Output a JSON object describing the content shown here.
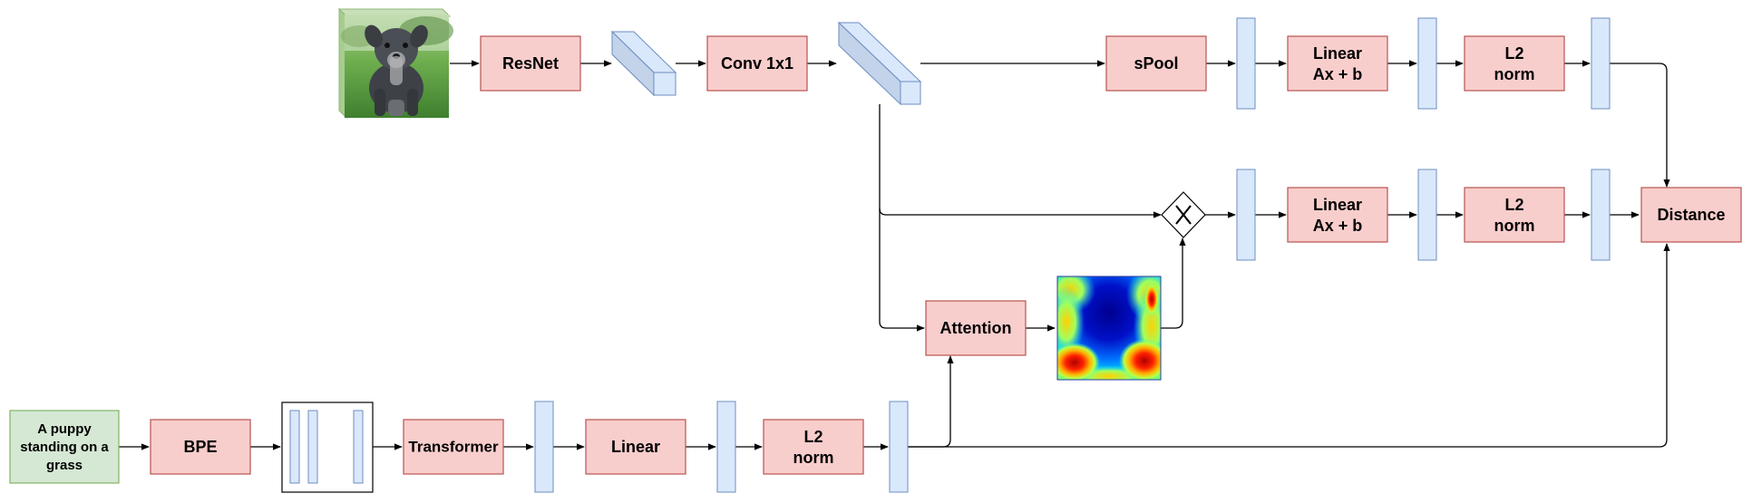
{
  "colors": {
    "block_fill": "#f8cecc",
    "block_stroke": "#b85450",
    "tensor_fill": "#dae8fc",
    "tensor_stroke": "#6c8ebf",
    "text_fill": "#d5e8d4",
    "text_stroke": "#82b366",
    "line": "#000000"
  },
  "image_branch": {
    "input_image": "puppy-photo",
    "resnet": "ResNet",
    "conv": "Conv 1x1",
    "spool": "sPool",
    "linear": [
      "Linear",
      "Ax + b"
    ],
    "norm": [
      "L2",
      "norm"
    ]
  },
  "attention_branch": {
    "multiply_icon": "multiply-icon",
    "linear": [
      "Linear",
      "Ax + b"
    ],
    "norm": [
      "L2",
      "norm"
    ],
    "attention": "Attention",
    "heatmap": "attention-heatmap"
  },
  "distance": "Distance",
  "text_branch": {
    "input_text": [
      "A puppy",
      "standing on a",
      "grass"
    ],
    "bpe": "BPE",
    "transformer": "Transformer",
    "linear": "Linear",
    "norm": [
      "L2",
      "norm"
    ]
  }
}
